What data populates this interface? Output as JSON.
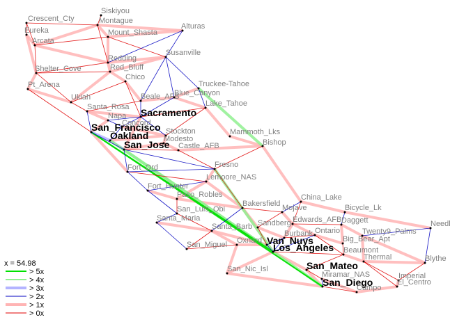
{
  "legend": {
    "title": "x = 54.98",
    "entries": [
      {
        "label": "> 5x",
        "color": "#00e000",
        "width": 2
      },
      {
        "label": "> 4x",
        "color": "#90f090",
        "width": 2
      },
      {
        "label": "> 3x",
        "color": "#b4b4ff",
        "width": 4
      },
      {
        "label": "> 2x",
        "color": "#0000c0",
        "width": 1
      },
      {
        "label": "> 1x",
        "color": "#ffb4b4",
        "width": 4
      },
      {
        "label": "> 0x",
        "color": "#e00000",
        "width": 1
      }
    ]
  },
  "nodes": [
    {
      "id": "Crescent_Cty",
      "label": "Crescent_Cty",
      "major": false
    },
    {
      "id": "Siskiyou",
      "label": "Siskiyou",
      "major": false
    },
    {
      "id": "Montague",
      "label": "Montague",
      "major": false
    },
    {
      "id": "Eureka",
      "label": "Eureka",
      "major": false
    },
    {
      "id": "Arcata",
      "label": "Arcata",
      "major": false
    },
    {
      "id": "Mount_Shasta",
      "label": "Mount_Shasta",
      "major": false
    },
    {
      "id": "Alturas",
      "label": "Alturas",
      "major": false
    },
    {
      "id": "Susanville",
      "label": "Susanville",
      "major": false
    },
    {
      "id": "Redding",
      "label": "Redding",
      "major": false
    },
    {
      "id": "Red_Bluff",
      "label": "Red_Bluff",
      "major": false
    },
    {
      "id": "Shelter_Cove",
      "label": "Shelter_Cove",
      "major": false
    },
    {
      "id": "Chico",
      "label": "Chico",
      "major": false
    },
    {
      "id": "Pt_Arena",
      "label": "Pt_Arena",
      "major": false
    },
    {
      "id": "Ukiah",
      "label": "Ukiah",
      "major": false
    },
    {
      "id": "Truckee_Tahoe",
      "label": "Truckee-Tahoe",
      "major": false
    },
    {
      "id": "Blue_Canyon",
      "label": "Blue_Canyon",
      "major": false
    },
    {
      "id": "Beale_AFB",
      "label": "Beale_AFB",
      "major": false
    },
    {
      "id": "Lake_Tahoe",
      "label": "Lake_Tahoe",
      "major": false
    },
    {
      "id": "Santa_Rosa",
      "label": "Santa_Rosa",
      "major": false
    },
    {
      "id": "Sacramento",
      "label": "Sacramento",
      "major": true
    },
    {
      "id": "Napa",
      "label": "Napa",
      "major": false
    },
    {
      "id": "Concord",
      "label": "Concord",
      "major": false
    },
    {
      "id": "San_Francisco",
      "label": "San_Francisco",
      "major": true
    },
    {
      "id": "Stockton",
      "label": "Stockton",
      "major": false
    },
    {
      "id": "Oakland",
      "label": "Oakland",
      "major": true
    },
    {
      "id": "Mammoth_Lks",
      "label": "Mammoth_Lks",
      "major": false
    },
    {
      "id": "Modesto",
      "label": "Modesto",
      "major": false
    },
    {
      "id": "Bishop",
      "label": "Bishop",
      "major": false
    },
    {
      "id": "San_Jose",
      "label": "San_Jose",
      "major": true
    },
    {
      "id": "Castle_AFB",
      "label": "Castle_AFB",
      "major": false
    },
    {
      "id": "Fresno",
      "label": "Fresno",
      "major": false
    },
    {
      "id": "Fort_Ord",
      "label": "Fort_Ord",
      "major": false
    },
    {
      "id": "Lemoore_NAS",
      "label": "Lemoore_NAS",
      "major": false
    },
    {
      "id": "Fort_Hunter",
      "label": "Fort_Hunter",
      "major": false
    },
    {
      "id": "Paso_Robles",
      "label": "Paso_Robles",
      "major": false
    },
    {
      "id": "China_Lake",
      "label": "China_Lake",
      "major": false
    },
    {
      "id": "San_Luis_Obi",
      "label": "San_Luis_Obi",
      "major": false
    },
    {
      "id": "Bakersfield",
      "label": "Bakersfield",
      "major": false
    },
    {
      "id": "Mojave",
      "label": "Mojave",
      "major": false
    },
    {
      "id": "Bicycle_Lk",
      "label": "Bicycle_Lk",
      "major": false
    },
    {
      "id": "Santa_Maria",
      "label": "Santa_Maria",
      "major": false
    },
    {
      "id": "Edwards_AFB",
      "label": "Edwards_AFB",
      "major": false
    },
    {
      "id": "Daggett",
      "label": "Daggett",
      "major": false
    },
    {
      "id": "Needles",
      "label": "Needles",
      "major": false
    },
    {
      "id": "Santa_Barbara",
      "label": "Santa_Barb",
      "major": false
    },
    {
      "id": "Sandberg",
      "label": "Sandberg",
      "major": false
    },
    {
      "id": "Twentynine_Palms",
      "label": "Twenty9_Palms",
      "major": false
    },
    {
      "id": "Van_Nuys",
      "label": "Van_Nuys",
      "major": true
    },
    {
      "id": "Burbank",
      "label": "Burbank",
      "major": false
    },
    {
      "id": "Ontario",
      "label": "Ontario",
      "major": false
    },
    {
      "id": "Big_Bear_Apt",
      "label": "Big_Bear_Apt",
      "major": false
    },
    {
      "id": "San_Miguel",
      "label": "San_Miguel",
      "major": false
    },
    {
      "id": "Oxnard",
      "label": "Oxnard",
      "major": false
    },
    {
      "id": "Los_Angeles",
      "label": "Los_Angeles",
      "major": true
    },
    {
      "id": "Beaumont",
      "label": "Beaumont",
      "major": false
    },
    {
      "id": "Thermal",
      "label": "Thermal",
      "major": false
    },
    {
      "id": "Blythe",
      "label": "Blythe",
      "major": false
    },
    {
      "id": "San_Mateo",
      "label": "San_Mateo",
      "major": true
    },
    {
      "id": "San_Nic_Isl",
      "label": "San_Nic_Isl",
      "major": false
    },
    {
      "id": "Imperial",
      "label": "Imperial",
      "major": false
    },
    {
      "id": "San_Diego",
      "label": "San_Diego",
      "major": true
    },
    {
      "id": "El_Centro",
      "label": "El_Centro",
      "major": false
    },
    {
      "id": "Miramar_NAS",
      "label": "Miramar_NAS",
      "major": false
    },
    {
      "id": "Campo",
      "label": "Campo",
      "major": false
    }
  ],
  "edges": [
    [
      "Crescent_Cty",
      "Eureka",
      0
    ],
    [
      "Crescent_Cty",
      "Montague",
      0
    ],
    [
      "Crescent_Cty",
      "Arcata",
      0
    ],
    [
      "Siskiyou",
      "Montague",
      0
    ],
    [
      "Montague",
      "Mount_Shasta",
      1
    ],
    [
      "Montague",
      "Redding",
      0
    ],
    [
      "Montague",
      "Arcata",
      1
    ],
    [
      "Montague",
      "Alturas",
      1
    ],
    [
      "Eureka",
      "Arcata",
      1
    ],
    [
      "Eureka",
      "Shelter_Cove",
      1
    ],
    [
      "Arcata",
      "Shelter_Cove",
      0
    ],
    [
      "Arcata",
      "Redding",
      1
    ],
    [
      "Arcata",
      "Mount_Shasta",
      0
    ],
    [
      "Mount_Shasta",
      "Redding",
      1
    ],
    [
      "Mount_Shasta",
      "Alturas",
      1
    ],
    [
      "Mount_Shasta",
      "Susanville",
      0
    ],
    [
      "Alturas",
      "Susanville",
      2
    ],
    [
      "Alturas",
      "Redding",
      2
    ],
    [
      "Redding",
      "Red_Bluff",
      1
    ],
    [
      "Redding",
      "Susanville",
      1
    ],
    [
      "Redding",
      "Shelter_Cove",
      0
    ],
    [
      "Red_Bluff",
      "Chico",
      1
    ],
    [
      "Red_Bluff",
      "Shelter_Cove",
      0
    ],
    [
      "Red_Bluff",
      "Susanville",
      1
    ],
    [
      "Shelter_Cove",
      "Pt_Arena",
      1
    ],
    [
      "Shelter_Cove",
      "Ukiah",
      0
    ],
    [
      "Pt_Arena",
      "Ukiah",
      1
    ],
    [
      "Pt_Arena",
      "San_Francisco",
      0
    ],
    [
      "Ukiah",
      "Santa_Rosa",
      0
    ],
    [
      "Ukiah",
      "Chico",
      0
    ],
    [
      "Ukiah",
      "Red_Bluff",
      1
    ],
    [
      "Chico",
      "Beale_AFB",
      1
    ],
    [
      "Chico",
      "Sacramento",
      0
    ],
    [
      "Susanville",
      "Truckee_Tahoe",
      2
    ],
    [
      "Susanville",
      "Beale_AFB",
      2
    ],
    [
      "Susanville",
      "Blue_Canyon",
      2
    ],
    [
      "Truckee_Tahoe",
      "Lake_Tahoe",
      2
    ],
    [
      "Truckee_Tahoe",
      "Blue_Canyon",
      1
    ],
    [
      "Truckee_Tahoe",
      "Bishop",
      4
    ],
    [
      "Blue_Canyon",
      "Beale_AFB",
      1
    ],
    [
      "Blue_Canyon",
      "Sacramento",
      2
    ],
    [
      "Blue_Canyon",
      "Lake_Tahoe",
      1
    ],
    [
      "Lake_Tahoe",
      "Sacramento",
      0
    ],
    [
      "Lake_Tahoe",
      "Mammoth_Lks",
      1
    ],
    [
      "Lake_Tahoe",
      "Stockton",
      0
    ],
    [
      "Beale_AFB",
      "Sacramento",
      2
    ],
    [
      "Beale_AFB",
      "Santa_Rosa",
      0
    ],
    [
      "Santa_Rosa",
      "Napa",
      1
    ],
    [
      "Santa_Rosa",
      "San_Francisco",
      2
    ],
    [
      "Santa_Rosa",
      "Sacramento",
      1
    ],
    [
      "Napa",
      "Concord",
      2
    ],
    [
      "Napa",
      "Sacramento",
      2
    ],
    [
      "Napa",
      "San_Francisco",
      1
    ],
    [
      "Sacramento",
      "Concord",
      2
    ],
    [
      "Sacramento",
      "Stockton",
      2
    ],
    [
      "Sacramento",
      "San_Jose",
      1
    ],
    [
      "Concord",
      "Oakland",
      2
    ],
    [
      "Concord",
      "Stockton",
      1
    ],
    [
      "San_Francisco",
      "Oakland",
      3
    ],
    [
      "San_Francisco",
      "San_Jose",
      2
    ],
    [
      "San_Francisco",
      "Los_Angeles",
      5
    ],
    [
      "San_Francisco",
      "San_Diego",
      5
    ],
    [
      "San_Francisco",
      "Fort_Ord",
      1
    ],
    [
      "Oakland",
      "San_Jose",
      3
    ],
    [
      "Oakland",
      "Stockton",
      1
    ],
    [
      "Oakland",
      "Los_Angeles",
      4
    ],
    [
      "Stockton",
      "Modesto",
      1
    ],
    [
      "Modesto",
      "Castle_AFB",
      1
    ],
    [
      "Modesto",
      "San_Jose",
      1
    ],
    [
      "San_Jose",
      "Castle_AFB",
      0
    ],
    [
      "San_Jose",
      "Fort_Ord",
      2
    ],
    [
      "San_Jose",
      "Los_Angeles",
      4
    ],
    [
      "San_Jose",
      "Fresno",
      2
    ],
    [
      "Castle_AFB",
      "Fresno",
      0
    ],
    [
      "Castle_AFB",
      "Bishop",
      1
    ],
    [
      "Mammoth_Lks",
      "Bishop",
      1
    ],
    [
      "Bishop",
      "Fresno",
      0
    ],
    [
      "Bishop",
      "China_Lake",
      1
    ],
    [
      "Fresno",
      "Lemoore_NAS",
      1
    ],
    [
      "Fresno",
      "Fort_Ord",
      2
    ],
    [
      "Fresno",
      "Bakersfield",
      0
    ],
    [
      "Fresno",
      "Los_Angeles",
      4
    ],
    [
      "Fort_Ord",
      "Fort_Hunter",
      2
    ],
    [
      "Fort_Ord",
      "Lemoore_NAS",
      0
    ],
    [
      "Lemoore_NAS",
      "Paso_Robles",
      1
    ],
    [
      "Lemoore_NAS",
      "Bakersfield",
      1
    ],
    [
      "Lemoore_NAS",
      "Fort_Hunter",
      2
    ],
    [
      "Fort_Hunter",
      "Paso_Robles",
      1
    ],
    [
      "Fort_Hunter",
      "San_Luis_Obi",
      2
    ],
    [
      "Paso_Robles",
      "San_Luis_Obi",
      0
    ],
    [
      "Paso_Robles",
      "Bakersfield",
      1
    ],
    [
      "San_Luis_Obi",
      "Santa_Maria",
      2
    ],
    [
      "San_Luis_Obi",
      "Santa_Barbara",
      0
    ],
    [
      "Santa_Maria",
      "Santa_Barbara",
      1
    ],
    [
      "Santa_Maria",
      "San_Miguel",
      2
    ],
    [
      "Bakersfield",
      "Santa_Barbara",
      2
    ],
    [
      "Bakersfield",
      "Mojave",
      0
    ],
    [
      "Bakersfield",
      "Sandberg",
      1
    ],
    [
      "Bakersfield",
      "Los_Angeles",
      1
    ],
    [
      "China_Lake",
      "Mojave",
      2
    ],
    [
      "China_Lake",
      "Bicycle_Lk",
      1
    ],
    [
      "China_Lake",
      "Edwards_AFB",
      0
    ],
    [
      "Mojave",
      "Edwards_AFB",
      1
    ],
    [
      "Mojave",
      "Sandberg",
      0
    ],
    [
      "Edwards_AFB",
      "Burbank",
      1
    ],
    [
      "Edwards_AFB",
      "Daggett",
      0
    ],
    [
      "Edwards_AFB",
      "Ontario",
      1
    ],
    [
      "Bicycle_Lk",
      "Daggett",
      2
    ],
    [
      "Bicycle_Lk",
      "Needles",
      1
    ],
    [
      "Daggett",
      "Twentynine_Palms",
      1
    ],
    [
      "Daggett",
      "Big_Bear_Apt",
      1
    ],
    [
      "Needles",
      "Twentynine_Palms",
      2
    ],
    [
      "Needles",
      "Blythe",
      2
    ],
    [
      "Twentynine_Palms",
      "Thermal",
      1
    ],
    [
      "Twentynine_Palms",
      "Blythe",
      1
    ],
    [
      "Santa_Barbara",
      "Oxnard",
      1
    ],
    [
      "Santa_Barbara",
      "Van_Nuys",
      1
    ],
    [
      "Santa_Barbara",
      "San_Miguel",
      0
    ],
    [
      "Oxnard",
      "San_Miguel",
      0
    ],
    [
      "Oxnard",
      "Van_Nuys",
      1
    ],
    [
      "Oxnard",
      "San_Nic_Isl",
      1
    ],
    [
      "Van_Nuys",
      "Burbank",
      2
    ],
    [
      "Van_Nuys",
      "Los_Angeles",
      2
    ],
    [
      "Sandberg",
      "Van_Nuys",
      0
    ],
    [
      "Sandberg",
      "Burbank",
      1
    ],
    [
      "Burbank",
      "Los_Angeles",
      2
    ],
    [
      "Burbank",
      "Ontario",
      0
    ],
    [
      "Ontario",
      "Big_Bear_Apt",
      1
    ],
    [
      "Ontario",
      "Beaumont",
      0
    ],
    [
      "Los_Angeles",
      "San_Mateo",
      1
    ],
    [
      "Los_Angeles",
      "Ontario",
      2
    ],
    [
      "Los_Angeles",
      "San_Diego",
      4
    ],
    [
      "Los_Angeles",
      "San_Nic_Isl",
      1
    ],
    [
      "Los_Angeles",
      "Beaumont",
      0
    ],
    [
      "Beaumont",
      "Thermal",
      1
    ],
    [
      "Beaumont",
      "San_Mateo",
      0
    ],
    [
      "Big_Bear_Apt",
      "Beaumont",
      0
    ],
    [
      "Thermal",
      "Blythe",
      1
    ],
    [
      "Thermal",
      "Imperial",
      0
    ],
    [
      "San_Mateo",
      "San_Diego",
      1
    ],
    [
      "San_Mateo",
      "Miramar_NAS",
      0
    ],
    [
      "San_Nic_Isl",
      "San_Diego",
      1
    ],
    [
      "San_Diego",
      "Miramar_NAS",
      2
    ],
    [
      "San_Diego",
      "Campo",
      0
    ],
    [
      "Miramar_NAS",
      "Campo",
      1
    ],
    [
      "Campo",
      "El_Centro",
      1
    ],
    [
      "Imperial",
      "El_Centro",
      1
    ],
    [
      "Imperial",
      "Blythe",
      0
    ],
    [
      "El_Centro",
      "Thermal",
      0
    ]
  ]
}
